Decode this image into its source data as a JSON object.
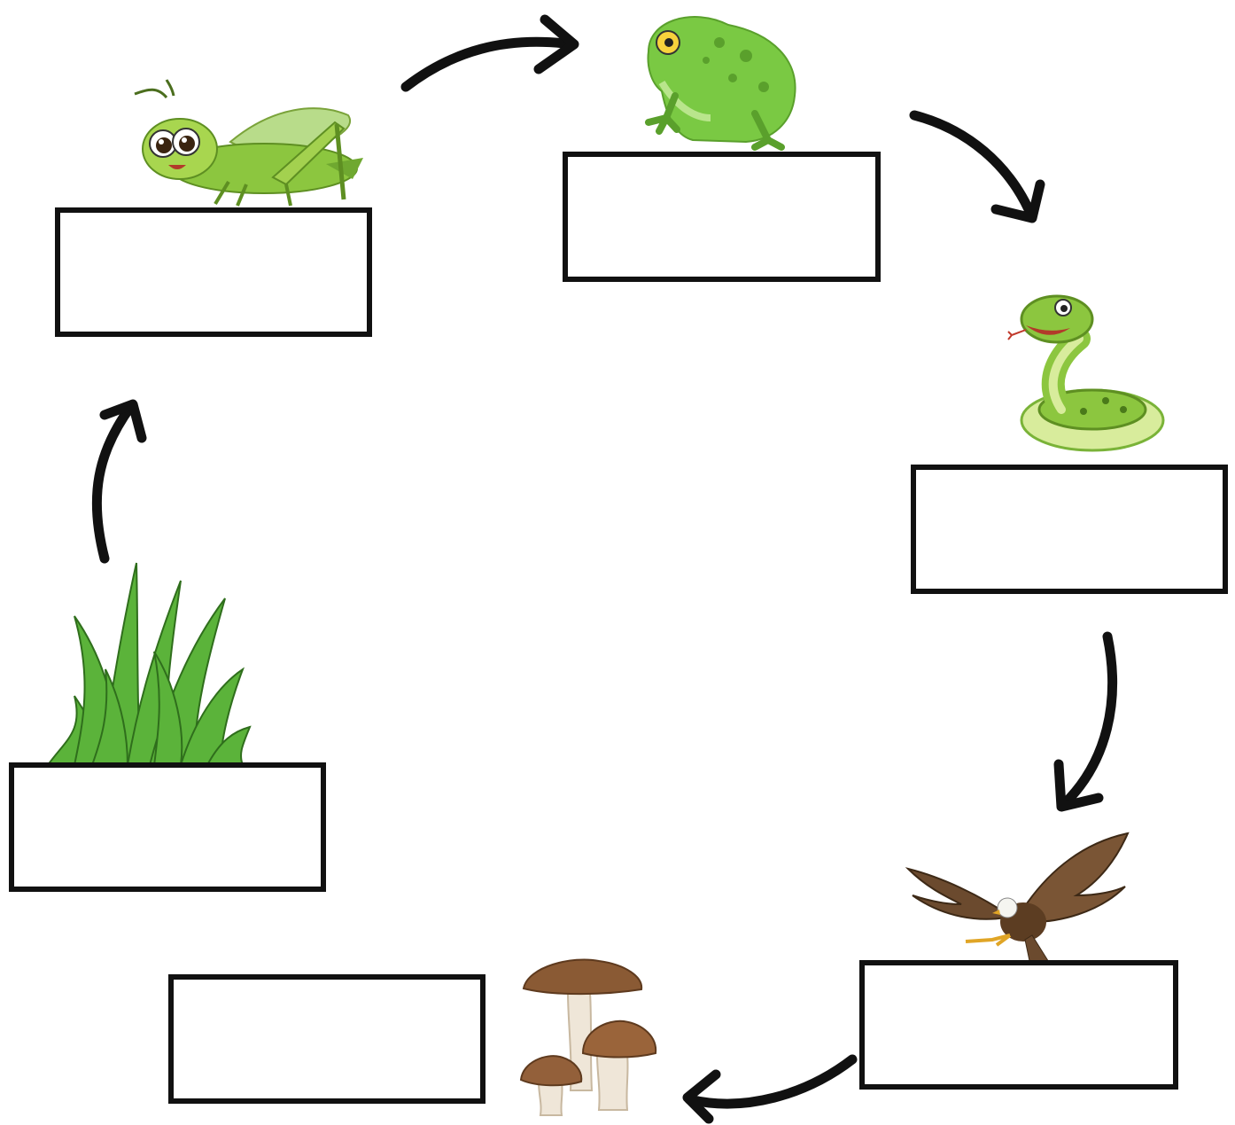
{
  "diagram": {
    "type": "food-chain-cycle",
    "accent_colors": {
      "arrow": "#111111",
      "box_border": "#111111",
      "plant_green": "#4caf3a",
      "animal_green": "#8cc63f"
    },
    "nodes": [
      {
        "id": "grass",
        "icon": "grass-icon",
        "label": ""
      },
      {
        "id": "grasshopper",
        "icon": "grasshopper-icon",
        "label": ""
      },
      {
        "id": "frog",
        "icon": "frog-icon",
        "label": ""
      },
      {
        "id": "snake",
        "icon": "snake-icon",
        "label": ""
      },
      {
        "id": "eagle",
        "icon": "eagle-icon",
        "label": ""
      },
      {
        "id": "mushroom",
        "icon": "mushroom-icon",
        "label": ""
      }
    ],
    "edges": [
      {
        "from": "grass",
        "to": "grasshopper"
      },
      {
        "from": "grasshopper",
        "to": "frog"
      },
      {
        "from": "frog",
        "to": "snake"
      },
      {
        "from": "snake",
        "to": "eagle"
      },
      {
        "from": "eagle",
        "to": "mushroom"
      }
    ]
  }
}
